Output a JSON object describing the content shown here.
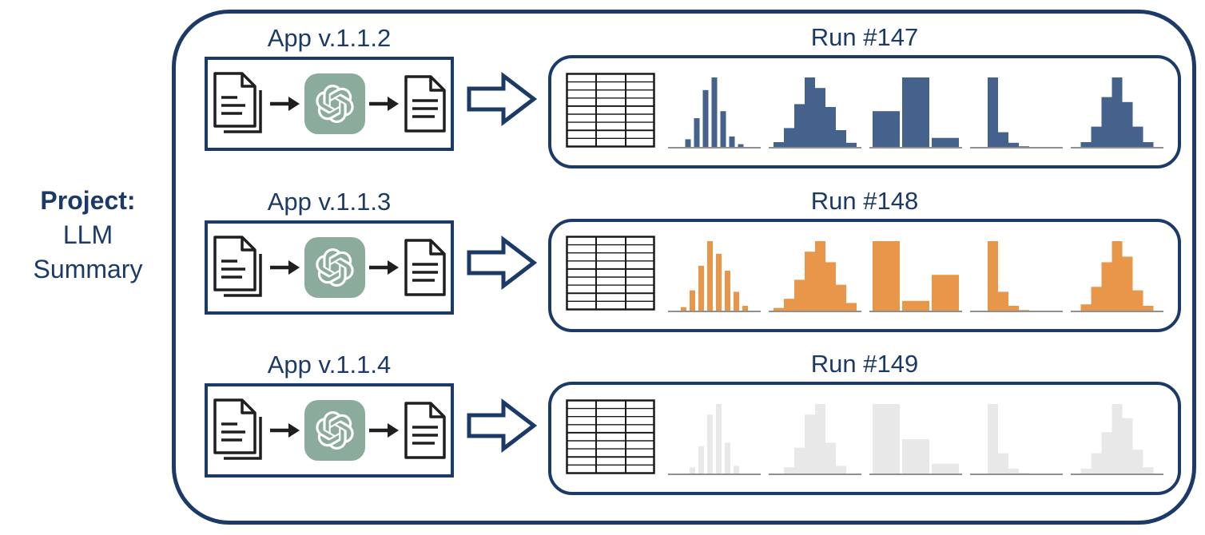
{
  "project": {
    "title": "Project:",
    "line1": "LLM",
    "line2": "Summary"
  },
  "colors": {
    "navy": "#1B3A68",
    "icon_dark": "#1F1F1F",
    "logo_green": "#8BAC9D",
    "baseline": "#909090",
    "run147_blue": "#44628C",
    "run148_orange": "#E8974A",
    "run149_gray": "#E8E8E8"
  },
  "icons": {
    "app_input": "documents-stack-icon",
    "app_model": "openai-logo-icon",
    "app_output": "document-icon",
    "flow": "arrow-right-icon",
    "app_to_run": "block-arrow-icon",
    "run_table": "table-icon"
  },
  "rows": [
    {
      "app_label": "App v.1.1.2",
      "run_label": "Run #147",
      "color": "#44628C",
      "histograms": [
        {
          "name": "narrow-bell-histogram",
          "style": "gapped",
          "values": [
            0.12,
            0.42,
            0.82,
            1.0,
            0.52,
            0.16,
            0.05
          ]
        },
        {
          "name": "bell-histogram",
          "style": "contiguous",
          "values": [
            0.08,
            0.28,
            0.62,
            1.0,
            0.85,
            0.58,
            0.25,
            0.07
          ]
        },
        {
          "name": "wide-bars-histogram",
          "style": "wide",
          "values": [
            0.52,
            1.0,
            0.14
          ]
        },
        {
          "name": "decay-histogram",
          "style": "decay",
          "values": [
            1.0,
            0.22,
            0.07,
            0.02
          ]
        },
        {
          "name": "bell-histogram-2",
          "style": "contiguous",
          "values": [
            0.08,
            0.3,
            0.72,
            1.0,
            0.65,
            0.3,
            0.08
          ]
        }
      ]
    },
    {
      "app_label": "App v.1.1.3",
      "run_label": "Run #148",
      "color": "#E8974A",
      "histograms": [
        {
          "name": "narrow-bell-histogram",
          "style": "gapped",
          "values": [
            0.06,
            0.3,
            0.65,
            1.0,
            0.82,
            0.58,
            0.28,
            0.08
          ]
        },
        {
          "name": "bell-histogram",
          "style": "contiguous",
          "values": [
            0.05,
            0.18,
            0.45,
            0.85,
            1.0,
            0.7,
            0.38,
            0.12
          ]
        },
        {
          "name": "wide-bars-histogram",
          "style": "wide",
          "values": [
            1.0,
            0.15,
            0.52
          ]
        },
        {
          "name": "decay-histogram",
          "style": "decay",
          "values": [
            1.0,
            0.28,
            0.08,
            0.02
          ]
        },
        {
          "name": "bell-histogram-2",
          "style": "contiguous",
          "values": [
            0.1,
            0.35,
            0.7,
            1.0,
            0.78,
            0.3,
            0.08
          ]
        }
      ]
    },
    {
      "app_label": "App v.1.1.4",
      "run_label": "Run #149",
      "color": "#E8E8E8",
      "histograms": [
        {
          "name": "narrow-bell-histogram",
          "style": "gapped",
          "values": [
            0.1,
            0.4,
            0.85,
            1.0,
            0.45,
            0.12
          ]
        },
        {
          "name": "bell-histogram",
          "style": "contiguous",
          "values": [
            0.1,
            0.38,
            0.85,
            1.0,
            0.45,
            0.12
          ]
        },
        {
          "name": "wide-bars-histogram",
          "style": "wide",
          "values": [
            1.0,
            0.5,
            0.15
          ]
        },
        {
          "name": "decay-histogram",
          "style": "decay",
          "values": [
            1.0,
            0.3,
            0.08,
            0.02
          ]
        },
        {
          "name": "bell-histogram-2",
          "style": "contiguous",
          "values": [
            0.08,
            0.3,
            0.6,
            1.0,
            0.8,
            0.35,
            0.1
          ]
        }
      ]
    }
  ]
}
